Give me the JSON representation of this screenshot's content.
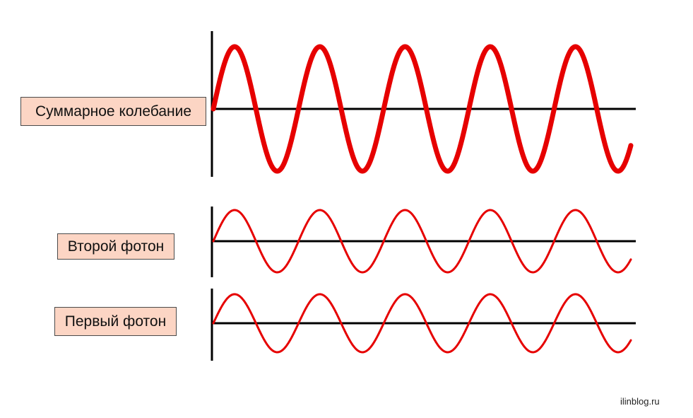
{
  "labels": {
    "sum": "Суммарное колебание",
    "second": "Второй фотон",
    "first": "Первый фотон"
  },
  "watermark": "ilinblog.ru",
  "colors": {
    "wave": "#e60000",
    "axis": "#000000",
    "label_bg": "#fcd5c4",
    "label_border": "#4a4a4a"
  },
  "waves": [
    {
      "id": "sum",
      "periods": 4.9,
      "amplitude": 2,
      "thick": true
    },
    {
      "id": "second",
      "periods": 4.9,
      "amplitude": 1,
      "thick": false
    },
    {
      "id": "first",
      "periods": 4.9,
      "amplitude": 1,
      "thick": false
    }
  ]
}
